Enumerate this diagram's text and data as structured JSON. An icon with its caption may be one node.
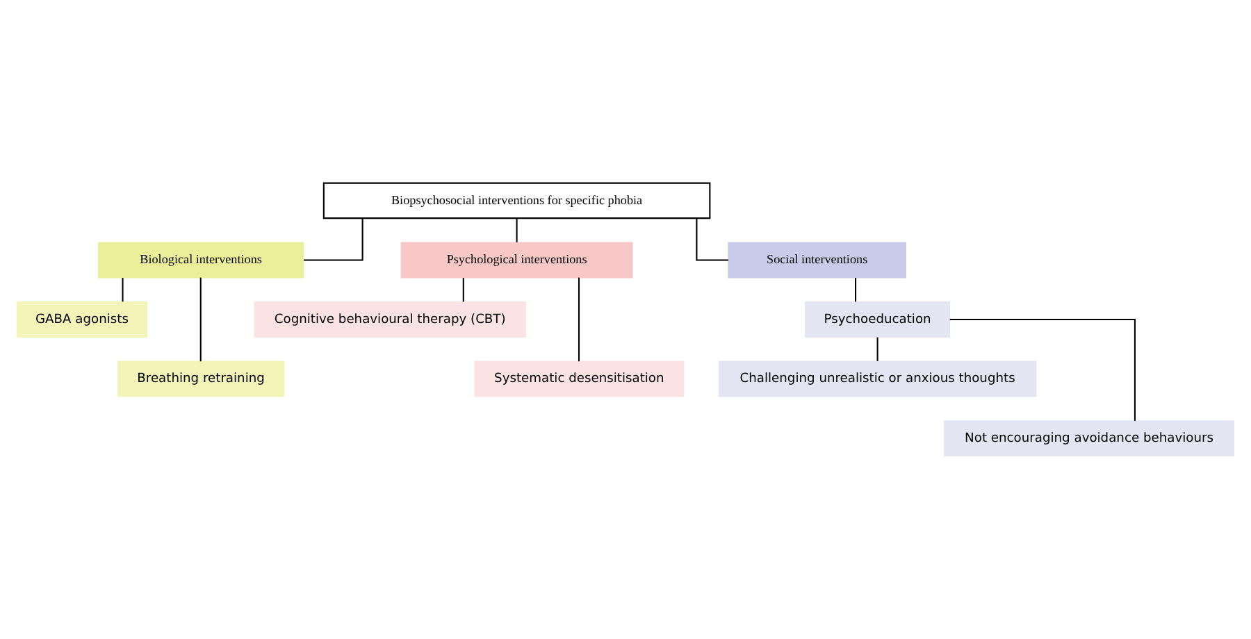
{
  "diagram": {
    "nodes": [
      {
        "text": [
          "Biopsychosocial interventions for specific phobia"
        ]
      },
      {
        "text": [
          "Biological interventions"
        ]
      },
      {
        "text": [
          "GABA agonists"
        ]
      },
      {
        "text": [
          "Breathing retraining"
        ]
      },
      {
        "text": [
          "Psychological interventions"
        ]
      },
      {
        "text": [
          "Cognitive behavioural therapy (CBT)"
        ]
      },
      {
        "text": [
          "Systematic desensitisation"
        ]
      },
      {
        "text": [
          "Social interventions"
        ]
      },
      {
        "text": [
          "Psychoeducation"
        ]
      },
      {
        "text": [
          "Challenging unrealistic or anxious thoughts"
        ]
      },
      {
        "text": [
          "Not encouraging avoidance behaviours"
        ]
      }
    ],
    "edges": [
      {
        "from": 0,
        "to": 1,
        "arrow": "none"
      },
      {
        "from": 0,
        "to": 4,
        "arrow": "none"
      },
      {
        "from": 0,
        "to": 7,
        "arrow": "none"
      },
      {
        "from": 1,
        "to": 2,
        "arrow": "none"
      },
      {
        "from": 1,
        "to": 3,
        "arrow": "none"
      },
      {
        "from": 4,
        "to": 5,
        "arrow": "none"
      },
      {
        "from": 4,
        "to": 6,
        "arrow": "none"
      },
      {
        "from": 7,
        "to": 8,
        "arrow": "none"
      },
      {
        "from": 8,
        "to": 9,
        "arrow": "none"
      },
      {
        "from": 8,
        "to": 10,
        "arrow": "none"
      }
    ]
  }
}
